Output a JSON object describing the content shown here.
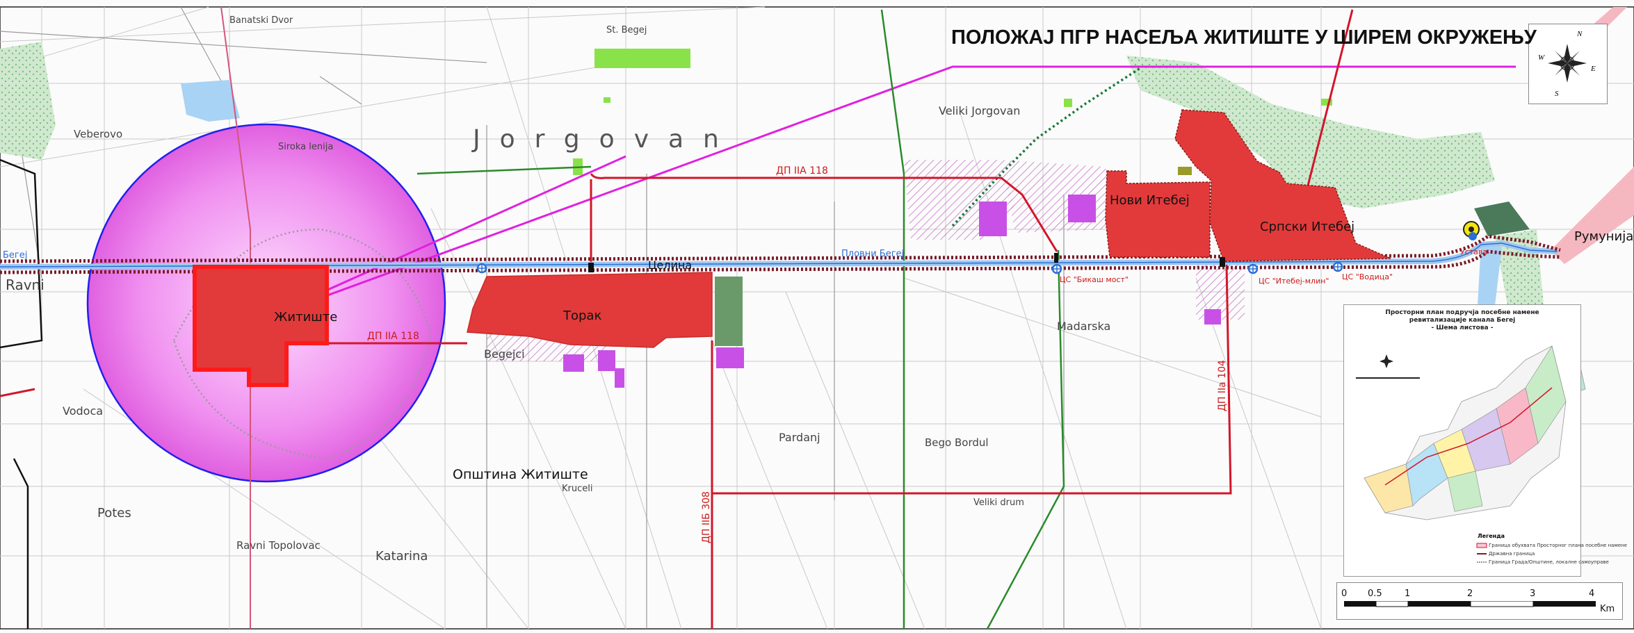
{
  "title": "ПОЛОЖАЈ ПГР НАСЕЉА ЖИТИШТЕ У ШИРЕМ ОКРУЖЕЊУ",
  "colors": {
    "settlement": "#e23a3a",
    "highlight_circle": "#f070f0",
    "circle_border": "#2020ee",
    "state_border": "#7a1c2a",
    "roads": "#d2162a",
    "railway": "#2a8a2a",
    "canal": "#2a6fd6",
    "magenta_line": "#e020e0",
    "green_fields": "#8ae24a",
    "forest": "#c8e6c8"
  },
  "labels": {
    "zitiste": "Житиште",
    "torak": "Торак",
    "novi_itebej": "Нови Итебеј",
    "srpski_itebej": "Српски Итебеј",
    "rumunija": "Румунија",
    "opstina": "Општина Житиште",
    "celina": "Целина",
    "ustava": "Устава",
    "plovni_begej_left": "Бегеј",
    "plovni_begej": "Пловни Бегеј",
    "dp_118_top": "ДП IIA 118",
    "dp_118_left": "ДП IIA 118",
    "dp_104": "ДП IIa 104",
    "dp_308": "ДП IIБ 308",
    "cs_bikaski": "ЦС \"Бикаш мост\"",
    "cs_itebej": "ЦС \"Итебеј-млин\"",
    "cs_vodica": "ЦС \"Водица\"",
    "jorgovan": "Jorgovan",
    "veliki_jorgovan": "Veliki Jorgovan",
    "banatski_dvor": "Banatski Dvor",
    "st_begej": "St. Begej",
    "veberovo": "Veberovo",
    "siroka_lenija": "Siroka lenija",
    "ravni": "Ravni",
    "vodoca": "Vodoca",
    "potes": "Potes",
    "katarina": "Katarina",
    "ravni_topolovac": "Ravni Topolovac",
    "kruceli": "Kruceli",
    "bego_bordul": "Bego Bordul",
    "madarska": "Madarska",
    "veliki_drum": "Veliki drum",
    "pardanj": "Pardanj",
    "begejci": "Begejci"
  },
  "compass": {
    "labels": [
      "N",
      "E",
      "S",
      "W"
    ]
  },
  "inset": {
    "title_line1": "Просторни план подручја посебне намене",
    "title_line2": "ревитализације канала Бегеј",
    "title_line3": "- Шема листова -",
    "legend_title": "Легенда",
    "legend_items": [
      "Граница обухвата Просторног плана посебне намене",
      "Државна граница",
      "Граница Града/Општине, локалне самоуправе"
    ]
  },
  "scalebar": {
    "ticks": [
      "0",
      "0.5",
      "1",
      "2",
      "3",
      "4"
    ],
    "unit": "Km"
  }
}
